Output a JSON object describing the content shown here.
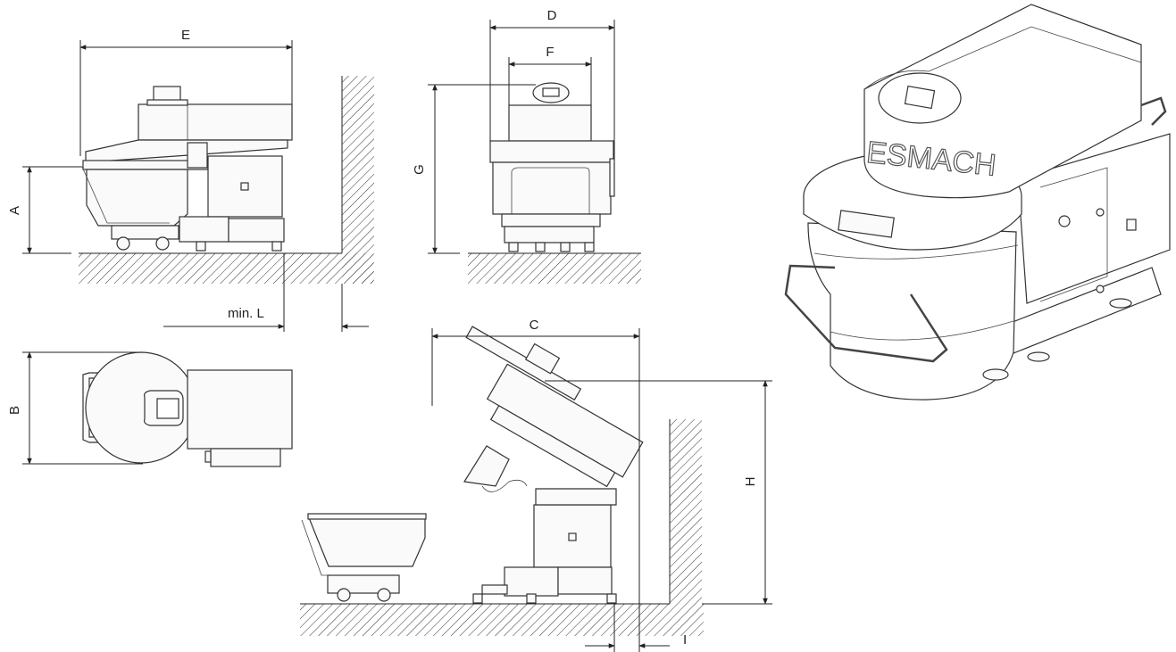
{
  "dimension_labels": {
    "A": "A",
    "B": "B",
    "C": "C",
    "D": "D",
    "E": "E",
    "F": "F",
    "G": "G",
    "H": "H",
    "min_L": "min. L",
    "I": "I"
  },
  "brand_text": "ESMACH"
}
